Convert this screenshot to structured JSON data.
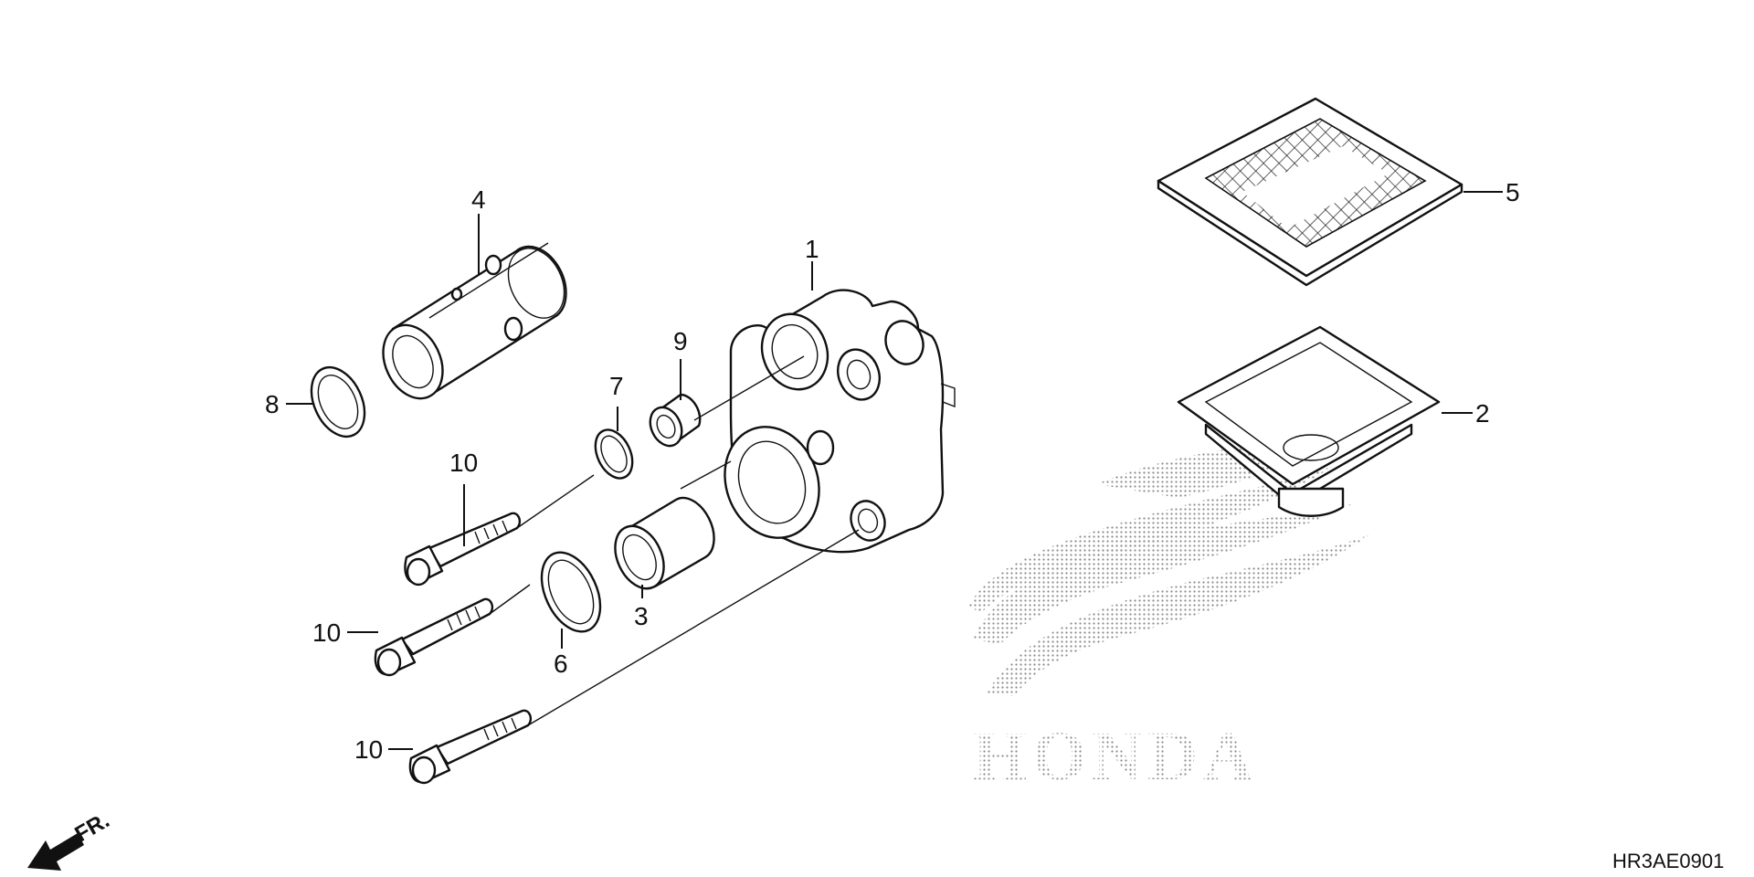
{
  "callouts": {
    "c1": "1",
    "c2": "2",
    "c3": "3",
    "c4": "4",
    "c5": "5",
    "c6": "6",
    "c7": "7",
    "c8": "8",
    "c9": "9",
    "c10a": "10",
    "c10b": "10",
    "c10c": "10"
  },
  "front_label": "FR.",
  "diagram_code": "HR3AE0901",
  "watermark": {
    "text": "HONDA",
    "color": "#9a9a9a"
  },
  "colors": {
    "line": "#111111",
    "background": "#ffffff"
  }
}
